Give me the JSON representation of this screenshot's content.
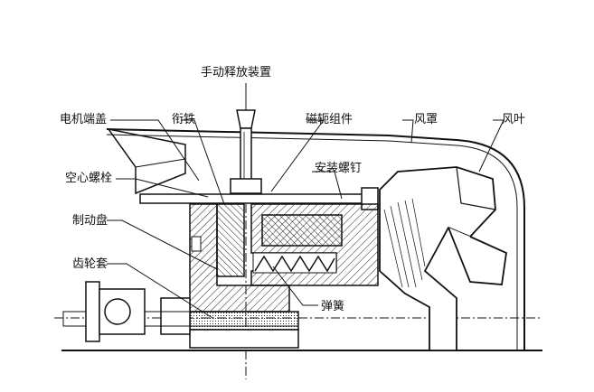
{
  "diagram": {
    "labels": {
      "manual_release": "手动释放装置",
      "motor_end_cover": "电机端盖",
      "armature": "衔铁",
      "yoke_assembly": "磁轭组件",
      "fan_cover": "风罩",
      "fan_blade": "风叶",
      "hollow_bolt": "空心螺栓",
      "mounting_screw": "安装螺钉",
      "brake_disc": "制动盘",
      "gear_sleeve": "齿轮套",
      "spring": "弹簧"
    }
  }
}
